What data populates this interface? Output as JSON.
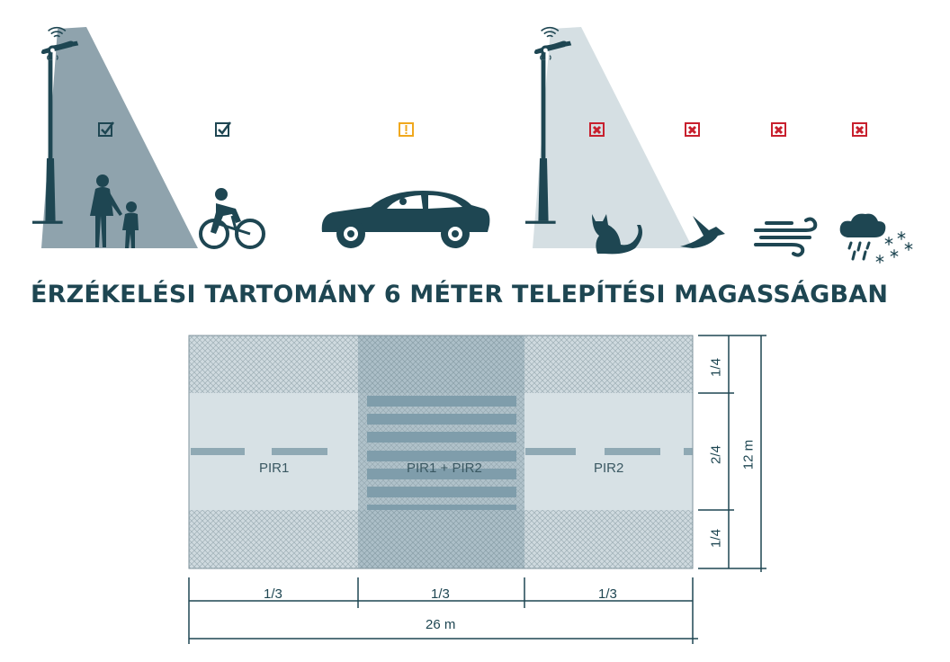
{
  "colors": {
    "dark": "#1e4652",
    "ok": "#1e4652",
    "warn": "#f0a81e",
    "fail": "#c8202e",
    "beam_dark": "#8fa3ad",
    "beam_light": "#d5dfe3"
  },
  "top": {
    "left_group": [
      {
        "name": "pedestrians",
        "status": "check",
        "icon": "pedestrians-icon"
      },
      {
        "name": "cyclist",
        "status": "check",
        "icon": "cyclist-icon"
      },
      {
        "name": "car",
        "status": "warning",
        "icon": "car-icon"
      }
    ],
    "right_group": [
      {
        "name": "cat",
        "status": "cross",
        "icon": "cat-icon"
      },
      {
        "name": "bird",
        "status": "cross",
        "icon": "bird-icon"
      },
      {
        "name": "wind",
        "status": "cross",
        "icon": "wind-icon"
      },
      {
        "name": "rain-snow",
        "status": "cross",
        "icon": "rain-snow-icon"
      }
    ]
  },
  "title": "ÉRZÉKELÉSI TARTOMÁNY 6 MÉTER TELEPÍTÉSI MAGASSÁGBAN",
  "diagram": {
    "zones": {
      "left": "PIR1",
      "center": "PIR1 + PIR2",
      "right": "PIR2"
    },
    "horizontal_fractions": [
      "1/3",
      "1/3",
      "1/3"
    ],
    "width_label": "26 m",
    "vertical_fractions": [
      "1/4",
      "2/4",
      "1/4"
    ],
    "height_label": "12 m"
  }
}
